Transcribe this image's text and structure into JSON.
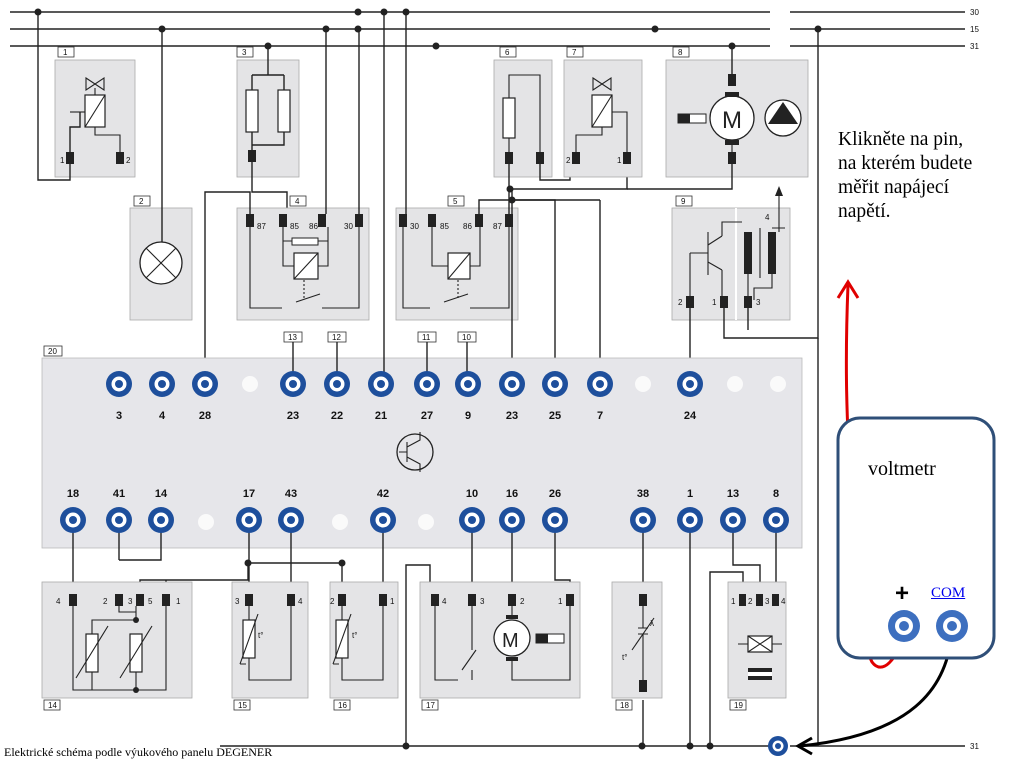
{
  "instruction": [
    "Klikněte na pin,",
    "na kterém budete",
    "měřit napájecí",
    "napětí."
  ],
  "caption": "Elektrické schéma podle výukového panelu DEGENER",
  "voltmeter": {
    "title": "voltmetr",
    "plus": "+",
    "com": "COM"
  },
  "rails": [
    {
      "label": "30"
    },
    {
      "label": "15"
    },
    {
      "label": "31"
    }
  ],
  "bottom_rail_label": "31",
  "modules": {
    "m1": {
      "number": "1",
      "pins": [
        "1",
        "2"
      ]
    },
    "m2": {
      "number": "2"
    },
    "m3": {
      "number": "3"
    },
    "m4": {
      "number": "4",
      "pins": [
        "87",
        "85",
        "86",
        "30"
      ]
    },
    "m5": {
      "number": "5",
      "pins": [
        "30",
        "85",
        "86",
        "87"
      ]
    },
    "m6": {
      "number": "6"
    },
    "m7": {
      "number": "7",
      "pins": [
        "2",
        "1"
      ]
    },
    "m8": {
      "number": "8",
      "motor_letter": "M"
    },
    "m9": {
      "number": "9",
      "pins": [
        "2",
        "1",
        "3"
      ],
      "coil_label": "4"
    },
    "m14": {
      "number": "14",
      "pins": [
        "4",
        "2",
        "3",
        "5",
        "1"
      ]
    },
    "m15": {
      "number": "15",
      "pins": [
        "3",
        "4"
      ],
      "temp": "t°"
    },
    "m16": {
      "number": "16",
      "pins": [
        "2",
        "1"
      ],
      "temp": "t°"
    },
    "m17": {
      "number": "17",
      "pins": [
        "4",
        "3",
        "2",
        "1"
      ],
      "motor_letter": "M"
    },
    "m18": {
      "number": "18",
      "lambda": "λ",
      "temp": "t°"
    },
    "m19": {
      "number": "19",
      "pins": [
        "1",
        "2",
        "3",
        "4"
      ]
    }
  },
  "panel": {
    "number": "20",
    "tags": [
      "13",
      "12",
      "11",
      "10"
    ],
    "top_row": [
      "3",
      "4",
      "28",
      "23",
      "22",
      "21",
      "27",
      "9",
      "23",
      "25",
      "7",
      "24"
    ],
    "bottom_row": [
      "18",
      "41",
      "14",
      "17",
      "43",
      "42",
      "10",
      "16",
      "26",
      "38",
      "1",
      "13",
      "8"
    ]
  }
}
